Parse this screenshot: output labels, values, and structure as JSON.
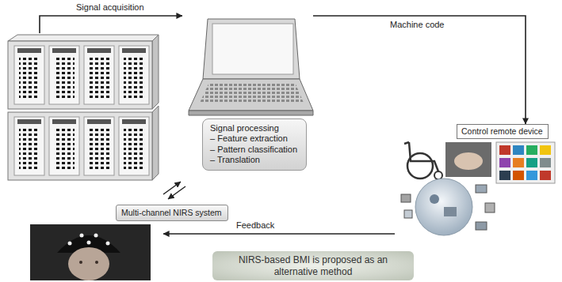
{
  "diagram": {
    "nodes": [
      {
        "text": [
          "Multi-channel NIRS system"
        ]
      },
      {
        "text": [
          "Signal processing",
          "– Feature extraction",
          "– Pattern classification",
          "– Translation"
        ]
      },
      {
        "text": [
          "Control remote device"
        ]
      },
      {
        "text": [
          "NIRS-based BMI is proposed as an alternative method"
        ]
      }
    ],
    "edges": [
      {
        "from": 0,
        "to": 1,
        "label": "Signal acquisition",
        "arrow": "to"
      },
      {
        "from": 1,
        "to": 2,
        "label": "Machine code",
        "arrow": "to"
      }
    ],
    "labels": [
      "Feedback"
    ]
  }
}
